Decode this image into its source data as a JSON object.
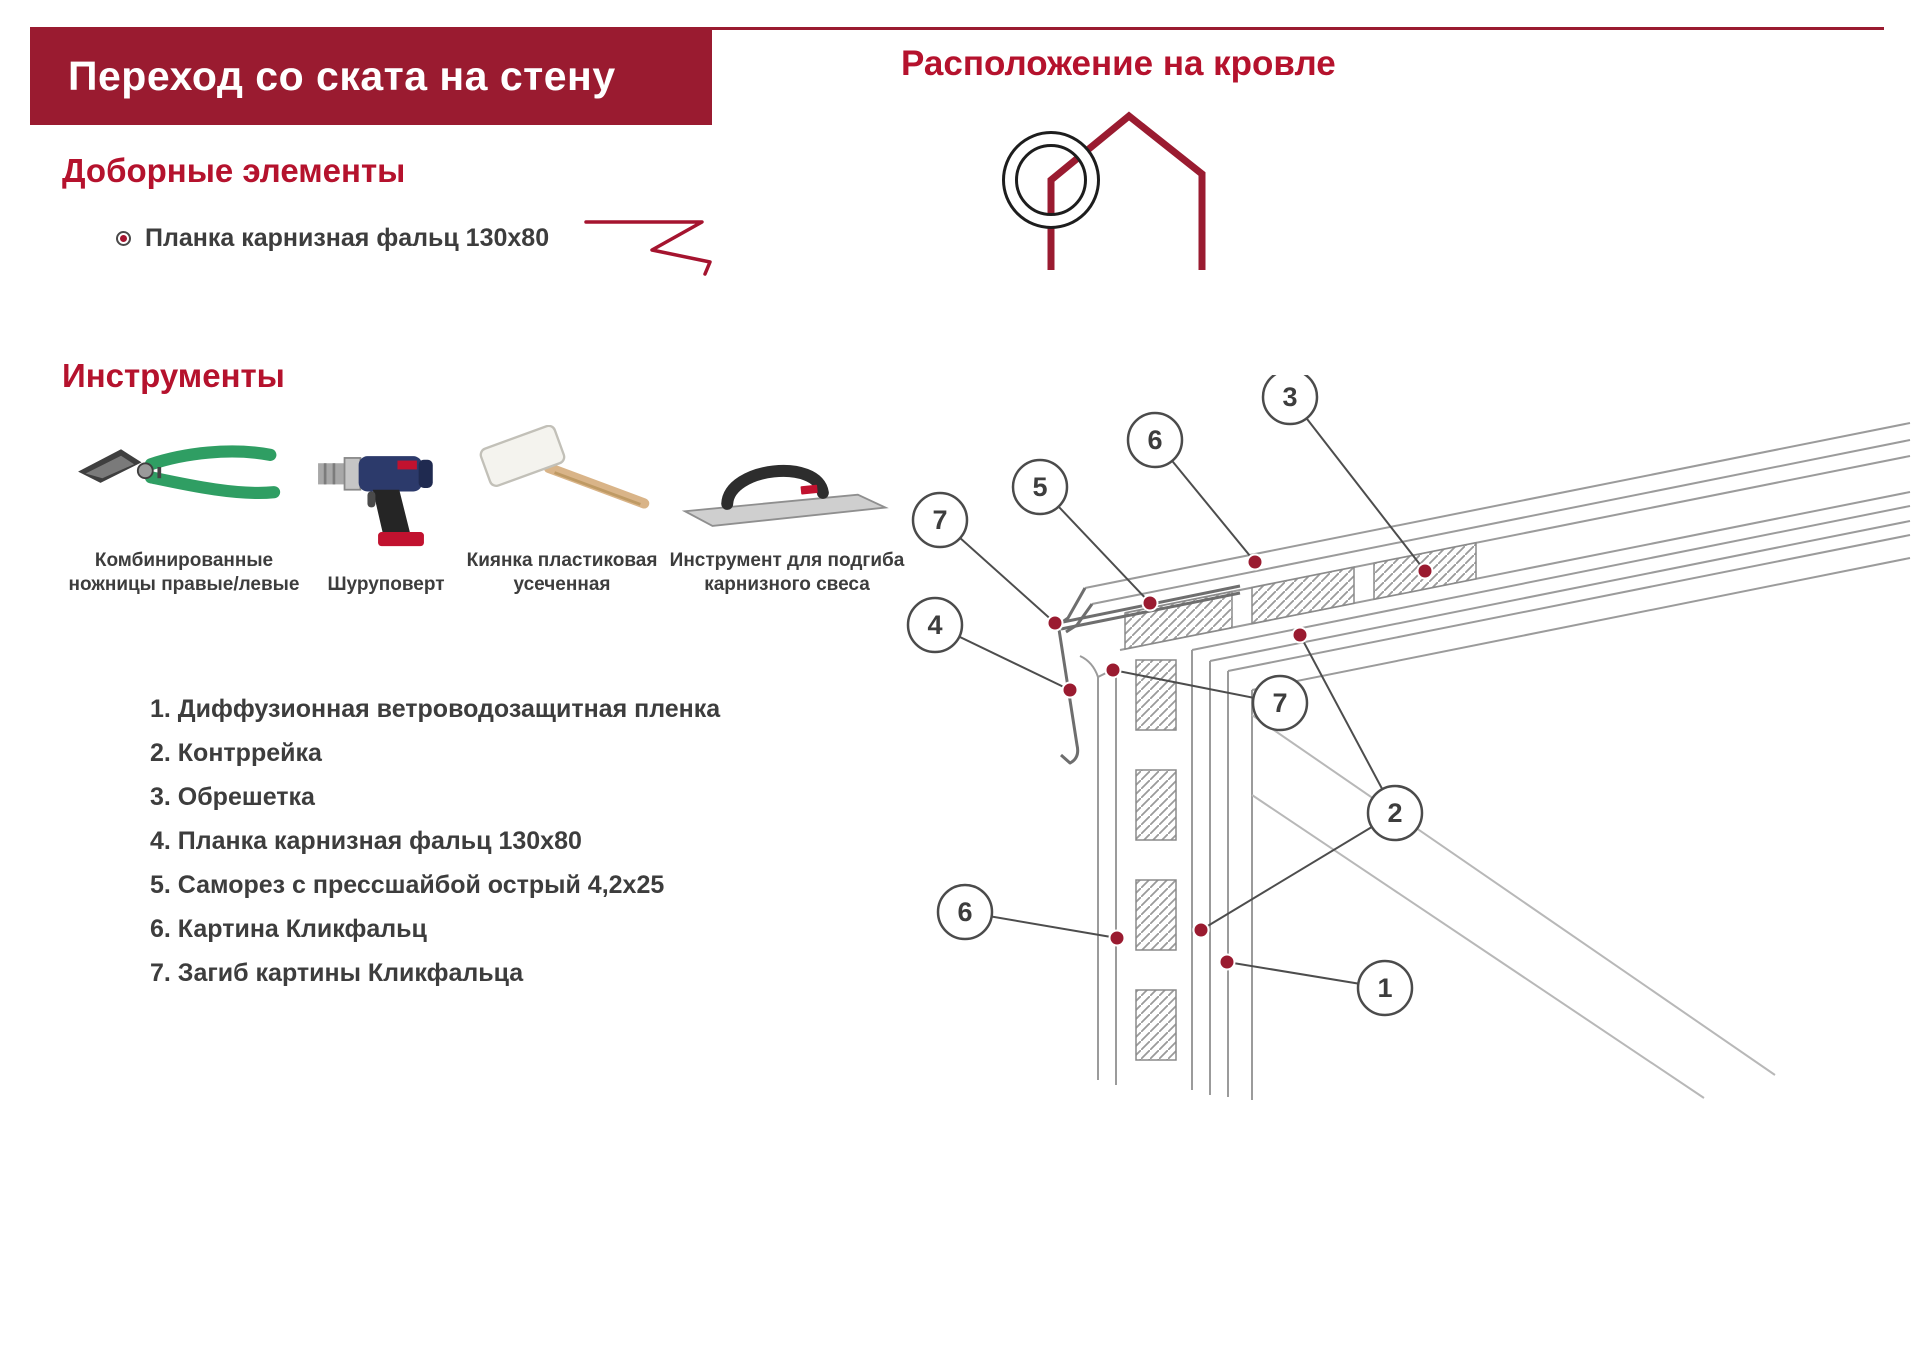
{
  "colors": {
    "maroon": "#9a1b30",
    "heading_red": "#b5122d",
    "text_gray": "#3d3d3d",
    "accent_green": "#2f9e63"
  },
  "header": {
    "title": "Переход со ската на стену"
  },
  "roof_location": {
    "title": "Расположение на кровле"
  },
  "accessories": {
    "heading": "Доборные элементы",
    "item_label": "Планка карнизная фальц 130x80"
  },
  "tools": {
    "heading": "Инструменты",
    "items": [
      {
        "icon": "snips-icon",
        "caption": "Комбинированные ножницы правые/левые"
      },
      {
        "icon": "drill-icon",
        "caption": "Шуруповерт"
      },
      {
        "icon": "mallet-icon",
        "caption": "Киянка пластиковая усеченная"
      },
      {
        "icon": "bending-tool-icon",
        "caption": "Инструмент для подгиба карнизного свеса"
      }
    ]
  },
  "legend": {
    "items": [
      "1. Диффузионная ветроводозащитная пленка",
      "2. Контррейка",
      "3. Обрешетка",
      "4. Планка карнизная фальц 130x80",
      "5. Саморез с прессшайбой острый 4,2x25",
      "6. Картина Кликфальц",
      "7. Загиб картины Кликфальца"
    ]
  },
  "diagram": {
    "callouts": [
      {
        "number": "3"
      },
      {
        "number": "6"
      },
      {
        "number": "5"
      },
      {
        "number": "7"
      },
      {
        "number": "4"
      },
      {
        "number": "7"
      },
      {
        "number": "2"
      },
      {
        "number": "6"
      },
      {
        "number": "1"
      }
    ]
  }
}
